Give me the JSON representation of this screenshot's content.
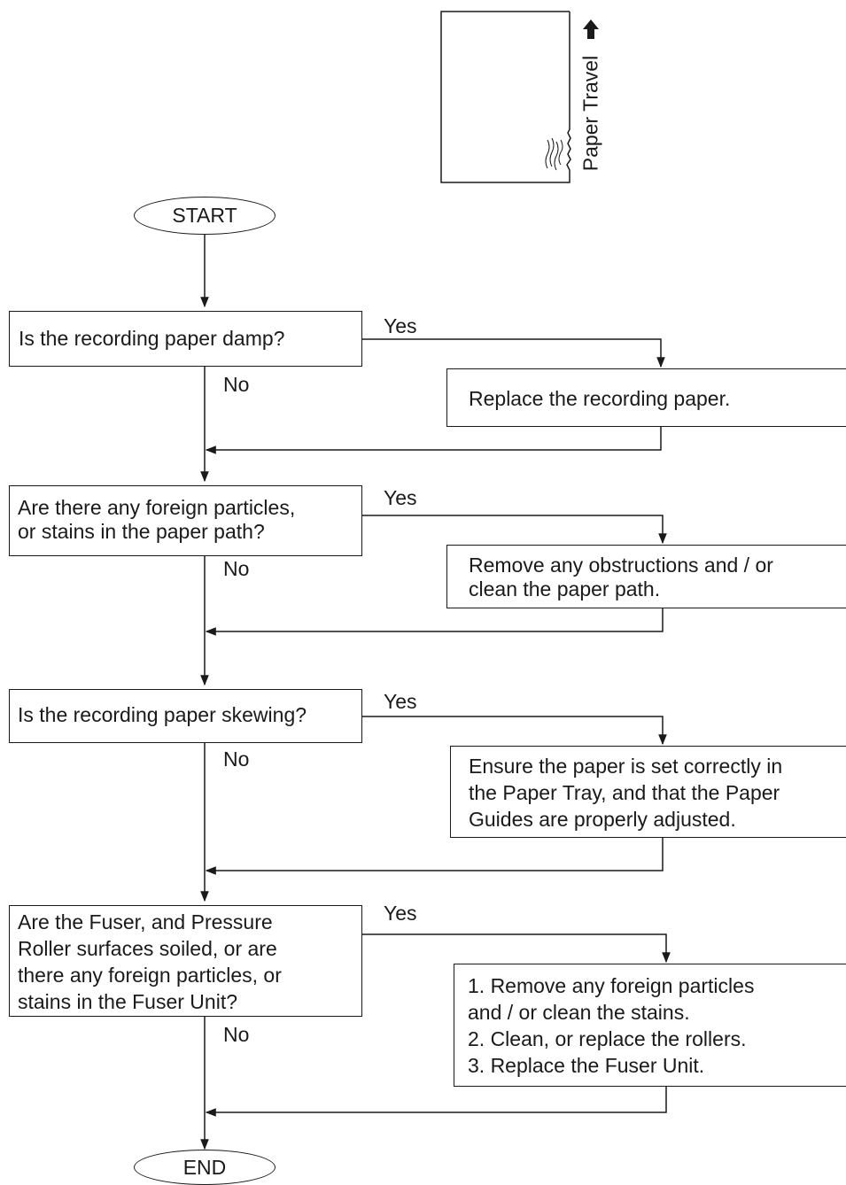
{
  "illustration": {
    "label": "Paper Travel"
  },
  "start_label": "START",
  "end_label": "END",
  "yes_label": "Yes",
  "no_label": "No",
  "steps": [
    {
      "question": "Is the recording paper damp?",
      "action": "Replace the recording paper."
    },
    {
      "question": "Are there any foreign particles,\nor stains in the paper path?",
      "action": "Remove any obstructions and / or\nclean the paper path."
    },
    {
      "question": "Is the recording paper skewing?",
      "action": "Ensure the paper is set correctly in\nthe Paper Tray, and that the Paper\nGuides are properly adjusted."
    },
    {
      "question": "Are the Fuser, and Pressure\nRoller surfaces soiled, or are\nthere any foreign particles, or\nstains in the Fuser Unit?",
      "action_items": [
        "1. Remove any foreign particles\n    and / or clean the stains.",
        "2. Clean, or replace the rollers.",
        "3. Replace the Fuser Unit."
      ]
    }
  ]
}
